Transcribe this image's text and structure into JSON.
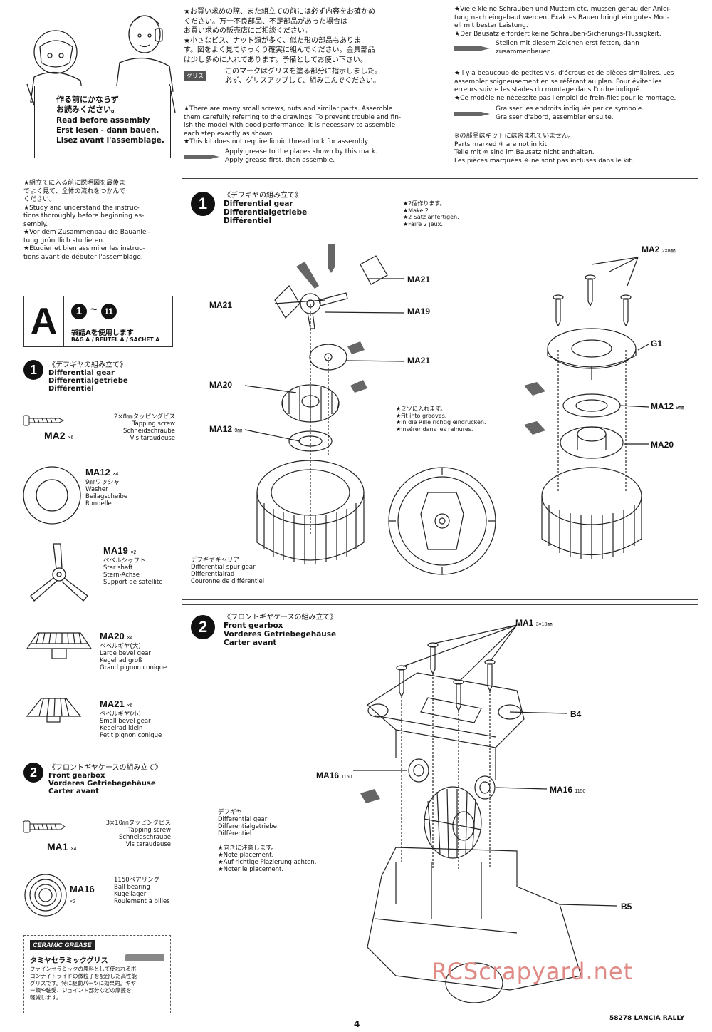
{
  "intro": {
    "box_jp": "作る前にかならず\nお読みください。",
    "box_en": "Read before assembly",
    "box_de": "Erst lesen - dann bauen.",
    "box_fr": "Lisez avant l'assemblage."
  },
  "notes_jp": "★お買い求めの際、また組立ての前には必ず内容をお確かめ\nください。万一不良部品、不足部品があった場合は\nお買い求めの販売店にご相談ください。\n★小さなビス、ナット類が多く、似た形の部品もありま\nす。図をよく見てゆっくり確実に組んでください。金具部品\nは少し多めに入れてあります。予備としてお使い下さい。",
  "grease_tag": "グリス",
  "grease_jp": "このマークはグリスを塗る部分に指示しました。\n必ず、グリスアップして、組みこんでください。",
  "notes_en": "★There are many small screws, nuts and similar parts. Assemble\nthem carefully referring to the drawings. To prevent trouble and fin-\nish the model with good performance, it is necessary to assemble\neach step exactly as shown.\n★This kit does not require liquid thread lock for assembly.",
  "grease_en": "Apply grease to the places shown by this mark.\nApply grease first, then assemble.",
  "notes_de": "★Viele kleine Schrauben und Muttern etc. müssen genau der Anlei-\ntung nach eingebaut werden. Exaktes Bauen bringt ein gutes Mod-\nell mit bester Leistung.\n★Der Bausatz erfordert keine Schrauben-Sicherungs-Flüssigkeit.",
  "grease_de": "Stellen mit diesem Zeichen erst fetten, dann\nzusammenbauen.",
  "notes_fr": "★Il y a beaucoup de petites vis, d'écrous et de pièces similaires. Les\nassembler soigneusement en se référant au plan. Pour éviter les\nerreurs suivre les stades du montage dans l'ordre indiqué.\n★Ce modèle ne nécessite pas l'emploi de frein-filet pour le montage.",
  "grease_fr": "Graisser les endroits indiqués par ce symbole.\nGraisser d'abord, assembler ensuite.",
  "not_in_kit": "※の部品はキットには含まれていません。\nParts marked ※ are not in kit.\nTeile mit ※ sind im Bausatz nicht enthalten.\nLes pièces marquées ※ ne sont pas incluses dans le kit.",
  "study": "★組立てに入る前に説明図を最後ま\nでよく見て、全体の流れをつかんで\nください。\n★Study and understand the instruc-\ntions thoroughly before beginning as-\nsembly.\n★Vor dem Zusammenbau die Bauanlei-\ntung gründlich studieren.\n★Etudier et bien assimiler les instruc-\ntions avant de débuter l'assemblage.",
  "bag": {
    "letter": "A",
    "range_start": "1",
    "range_sep": "~",
    "range_end": "11",
    "jp": "袋詰Aを使用します",
    "multi": "BAG A / BEUTEL A / SACHET A"
  },
  "step1": {
    "num": "1",
    "jp": "《デフギヤの組み立て》",
    "en": "Differential gear",
    "de": "Differentialgetriebe",
    "fr": "Différentiel"
  },
  "step2": {
    "num": "2",
    "jp": "《フロントギヤケースの組み立て》",
    "en": "Front gearbox",
    "de": "Vorderes Getriebegehäuse",
    "fr": "Carter avant"
  },
  "parts": {
    "ma2": {
      "code": "MA2",
      "qty": "×6",
      "desc": "2×8㎜タッピングビス\nTapping screw\nSchneidschraube\nVis taraudeuse"
    },
    "ma12": {
      "code": "MA12",
      "qty": "×4",
      "desc": "9㎜ワッシャ\nWasher\nBeilagscheibe\nRondelle"
    },
    "ma19": {
      "code": "MA19",
      "qty": "×2",
      "desc": "ベベルシャフト\nStar shaft\nStern-Achse\nSupport de satellite"
    },
    "ma20": {
      "code": "MA20",
      "qty": "×4",
      "desc": "ベベルギヤ(大)\nLarge bevel gear\nKegelrad groß\nGrand pignon conique"
    },
    "ma21": {
      "code": "MA21",
      "qty": "×6",
      "desc": "ベベルギヤ(小)\nSmall bevel gear\nKegelrad klein\nPetit pignon conique"
    },
    "ma1": {
      "code": "MA1",
      "qty": "×4",
      "desc": "3×10㎜タッピングビス\nTapping screw\nSchneidschraube\nVis taraudeuse"
    },
    "ma16": {
      "code": "MA16",
      "qty": "×2",
      "desc": "1150ベアリング\nBall bearing\nKugellager\nRoulement à billes"
    }
  },
  "grease_box": {
    "brand": "CERAMIC GREASE",
    "title": "タミヤセラミックグリス",
    "desc": "ファインセラミックの原料として使われるボ\nロンナイトライドの微粒子を配合した高性能\nグリスです。特に駆動パーツに効果的。ギヤ\nー類や軸受、ジョイント部分などの摩擦を\n軽減します。"
  },
  "diagram1": {
    "make2": "★2個作ります。\n★Make 2.\n★2 Satz anfertigen.\n★Faire 2 jeux.",
    "grooves": "★ミゾに入れます。\n★Fit into grooves.\n★In die Rille richtig eindrücken.\n★Insérer dans les rainures.",
    "carrier": "デフギヤキャリア\nDifferential spur gear\nDifferentialrad\nCouronne de différentiel",
    "ma2_lbl": "MA2",
    "ma2_sub": "2×8㎜",
    "ma21": "MA21",
    "ma19": "MA19",
    "ma20": "MA20",
    "ma12": "MA12",
    "ma12_sub": "9㎜",
    "g1": "G1"
  },
  "diagram2": {
    "ma1": "MA1",
    "ma1_sub": "3×10㎜",
    "b4": "B4",
    "b5": "B5",
    "ma16": "MA16",
    "ma16_sub": "1150",
    "diff": "デフギヤ\nDifferential gear\nDifferentialgetriebe\nDifférentiel",
    "placement": "★向きに注意します。\n★Note placement.\n★Auf richtige Plazierung achten.\n★Noter le placement."
  },
  "footer": {
    "page": "4",
    "model": "58278 LANCIA RALLY",
    "watermark": "RCScrapyard.net"
  }
}
